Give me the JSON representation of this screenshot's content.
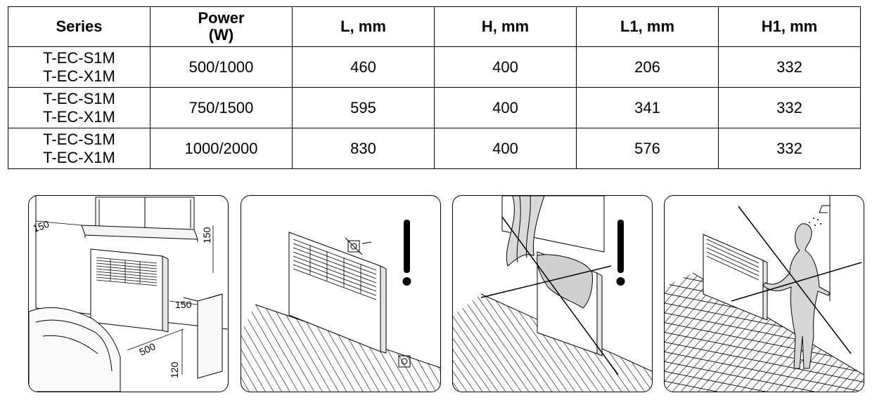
{
  "table": {
    "headers": [
      "Series",
      "Power\n(W)",
      "L, mm",
      "H, mm",
      "L1, mm",
      "H1, mm"
    ],
    "header_power_line1": "Power",
    "header_power_line2": "(W)",
    "rows": [
      {
        "series_1": "T-EC-S1M",
        "series_2": "T-EC-X1M",
        "power": "500/1000",
        "L": "460",
        "H": "400",
        "L1": "206",
        "H1": "332"
      },
      {
        "series_1": "T-EC-S1M",
        "series_2": "T-EC-X1M",
        "power": "750/1500",
        "L": "595",
        "H": "400",
        "L1": "341",
        "H1": "332"
      },
      {
        "series_1": "T-EC-S1M",
        "series_2": "T-EC-X1M",
        "power": "1000/2000",
        "L": "830",
        "H": "400",
        "L1": "576",
        "H1": "332"
      }
    ]
  },
  "illustrations": {
    "clearances": {
      "shelf_depth": "150",
      "above": "150",
      "side": "150",
      "front": "500",
      "floor": "120"
    },
    "panel_2_icon": "warning-exclamation-icon",
    "panel_3_icon": "no-covering-icon",
    "panel_4_icon": "no-shower-icon"
  }
}
